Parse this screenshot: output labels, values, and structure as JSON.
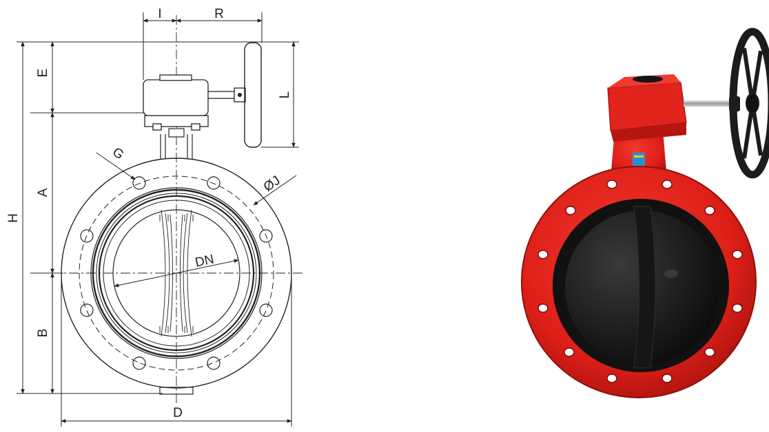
{
  "drawing": {
    "labels": {
      "I": "I",
      "R": "R",
      "E": "E",
      "L": "L",
      "G": "G",
      "J": "ØJ",
      "A": "A",
      "H": "H",
      "DN": "DN",
      "B": "B",
      "D": "D"
    }
  },
  "photo": {
    "body_color": "#e8231c",
    "disc_color": "#1a1a1a",
    "handwheel_color": "#1c1c1c"
  }
}
